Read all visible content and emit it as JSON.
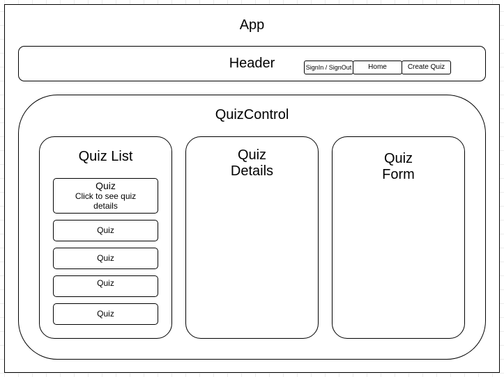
{
  "app": {
    "title": "App"
  },
  "header": {
    "title": "Header",
    "buttons": [
      "SignIn / SignOut",
      "Home",
      "Create Quiz"
    ]
  },
  "quiz_control": {
    "title": "QuizControl",
    "quiz_list": {
      "title": "Quiz List",
      "items": [
        {
          "title": "Quiz",
          "subtitle": "Click to see quiz details"
        },
        {
          "title": "Quiz"
        },
        {
          "title": "Quiz"
        },
        {
          "title": "Quiz"
        },
        {
          "title": "Quiz"
        }
      ]
    },
    "quiz_details": {
      "title": "Quiz\nDetails"
    },
    "quiz_form": {
      "title": "Quiz\nForm"
    }
  }
}
